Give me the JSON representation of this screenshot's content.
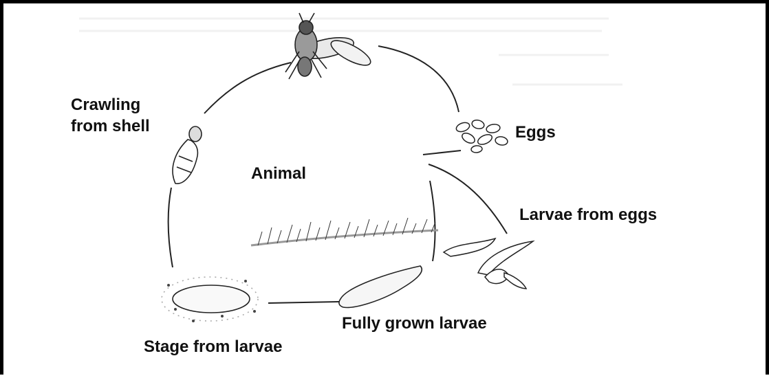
{
  "diagram": {
    "center_label": "Animal",
    "stages": {
      "adult": "",
      "eggs": "Eggs",
      "larvae_from_eggs": "Larvae from eggs",
      "fully_grown": "Fully grown larvae",
      "pupa": "Stage from larvae",
      "crawling_line1": "Crawling",
      "crawling_line2": "from shell"
    }
  },
  "colors": {
    "ink": "#111111",
    "frame": "#000000",
    "background": "#ffffff"
  },
  "icons": [
    "housefly-icon",
    "eggs-icon",
    "larvae-icon",
    "fully-grown-larva-icon",
    "pupa-icon",
    "emerging-fly-icon",
    "grass-icon"
  ]
}
